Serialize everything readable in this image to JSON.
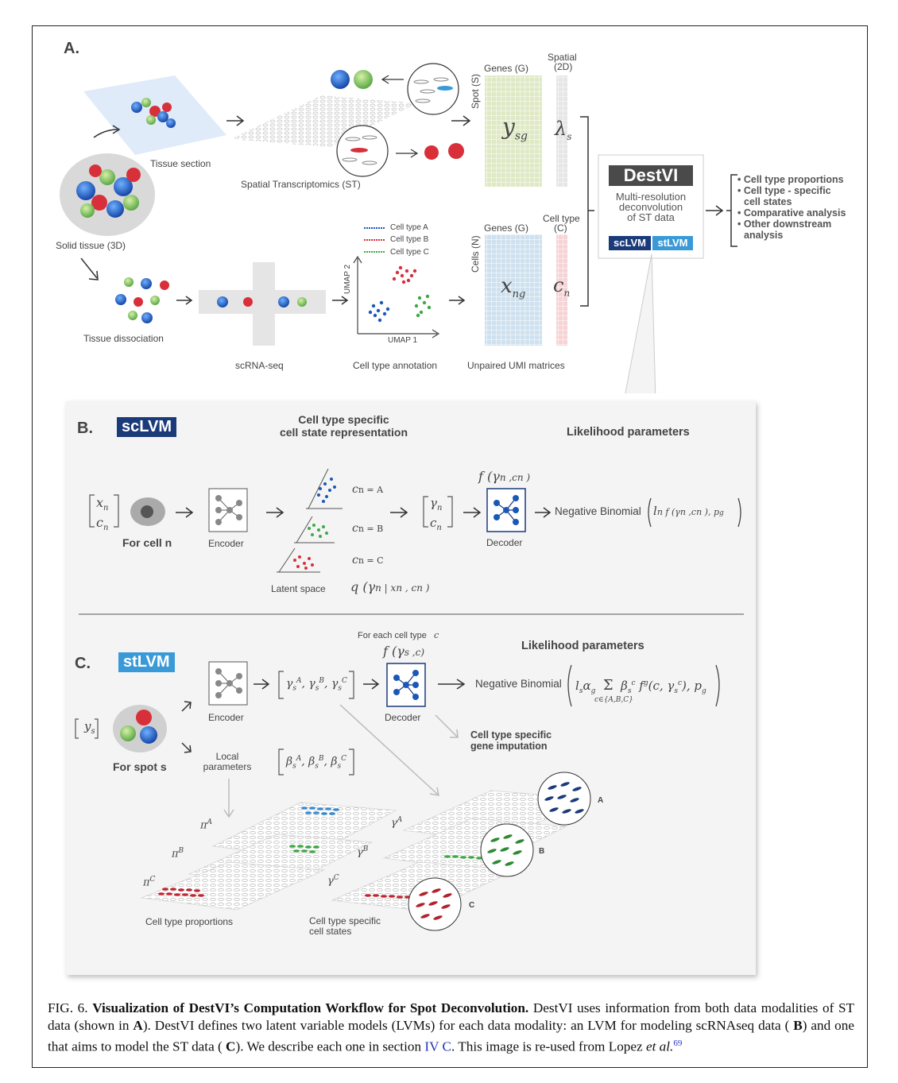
{
  "panelA": {
    "letter": "A.",
    "tissue_section": "Tissue section",
    "solid_tissue": "Solid tissue (3D)",
    "spatial_transcriptomics": "Spatial Transcriptomics (ST)",
    "tissue_dissociation": "Tissue dissociation",
    "scrnaseq": "scRNA-seq",
    "cell_type_annotation": "Cell type annotation",
    "unpaired_umi": "Unpaired UMI matrices",
    "legend": [
      "Cell type A",
      "Cell type B",
      "Cell type C"
    ],
    "umap1": "UMAP 1",
    "umap2": "UMAP 2",
    "genes_top": "Genes (G)",
    "spot_s": "Spot (S)",
    "spatial_2d_1": "Spatial",
    "spatial_2d_2": "(2D)",
    "genes_bottom": "Genes (G)",
    "cells_n": "Cells (N)",
    "celltype_c1": "Cell type",
    "celltype_c2": "(C)",
    "y_sg": "y",
    "y_sub": "sg",
    "lambda_s": "λ",
    "lambda_sub": "s",
    "x_ng": "x",
    "x_sub": "ng",
    "c_n": "c",
    "c_sub": "n",
    "destvi": {
      "title": "DestVI",
      "line1": "Multi-resolution",
      "line2": "deconvolution",
      "line3": "of ST data",
      "sclvm": "scLVM",
      "stlvm": "stLVM"
    },
    "outputs": [
      "Cell type proportions",
      "Cell type - specific",
      "cell states",
      "Comparative analysis",
      "Other downstream",
      "analysis"
    ]
  },
  "panelB": {
    "letter": "B.",
    "tag": "scLVM",
    "heading1": "Cell type specific",
    "heading2": "cell state representation",
    "likelihood": "Likelihood parameters",
    "for_cell": "For cell n",
    "encoder": "Encoder",
    "decoder": "Decoder",
    "latent_space": "Latent space",
    "cnA": "c",
    "cnA_rest": "n = A",
    "cnB_rest": "n = B",
    "cnC_rest": "n = C",
    "f_gamma": "f (γ",
    "f_gamma_rest": "n ,c",
    "f_gamma_end": "n )",
    "neg_binom": "Negative Binomial",
    "nb_args": "l",
    "nb_args_rest": "n f (γ",
    "nb_args_rest2": "n ,c",
    "nb_args_rest3": "n ), p",
    "nb_args_rest4": "g",
    "q_expr": "q (γ",
    "q_expr_rest": "n | x",
    "q_expr_rest2": "n , c",
    "q_expr_rest3": "n )",
    "vec_x": "x",
    "vec_x_sub": "n",
    "vec_c": "c",
    "vec_c_sub": "n",
    "vec_g": "γ",
    "vec_g_sub": "n"
  },
  "panelC": {
    "letter": "C.",
    "tag": "stLVM",
    "for_each": "For each cell type",
    "for_each_c": "c",
    "f_gamma_s": "f (γ",
    "f_gamma_s_rest": "s ,c)",
    "likelihood": "Likelihood parameters",
    "encoder": "Encoder",
    "decoder": "Decoder",
    "for_spot": "For spot s",
    "local1": "Local",
    "local2": "parameters",
    "neg_binom": "Negative Binomial",
    "ys_vec": "y",
    "ys_sub": "s",
    "gammas": "γ",
    "betas": "β",
    "sum_sub": "c∈{A,B,C}",
    "impute1": "Cell type specific",
    "impute2": "gene imputation",
    "cell_type_props": "Cell type proportions",
    "cell_states1": "Cell type specific",
    "cell_states2": "cell states",
    "circle_A": "A",
    "circle_B": "B",
    "circle_C": "C",
    "piA": "π",
    "piA_sup": "A",
    "piB_sup": "B",
    "piC_sup": "C",
    "gA": "γ",
    "gA_sup": "A",
    "gB_sup": "B",
    "gC_sup": "C"
  },
  "caption": {
    "fig": "FIG. 6.",
    "title": "Visualization of DestVI’s Computation Workflow for Spot Deconvolution.",
    "p1": " DestVI uses information from both data modalities of ST data (shown in ",
    "A": "A",
    "p2": "). DestVI defines two latent variable models (LVMs) for each data modality: an LVM for modeling scRNAseq data ( ",
    "B": "B",
    "p3": ") and one that aims to model the ST data ( ",
    "C": "C",
    "p4": "). We describe each one in section ",
    "section": "IV C",
    "p5": ". This image is re-used from Lopez ",
    "etal": "et al.",
    "ref": "69"
  },
  "colors": {
    "navy": "#1a3a7a",
    "blue": "#2a72c8",
    "sky": "#3a9ad8",
    "red": "#d8303a",
    "green": "#3fa845",
    "green_grid": "#dfe9c5",
    "blue_grid": "#cfe1ef",
    "pink_grid": "#f6d3d5",
    "grey_grid": "#e6e6e6",
    "destvi_dark": "#4a4a4a"
  }
}
